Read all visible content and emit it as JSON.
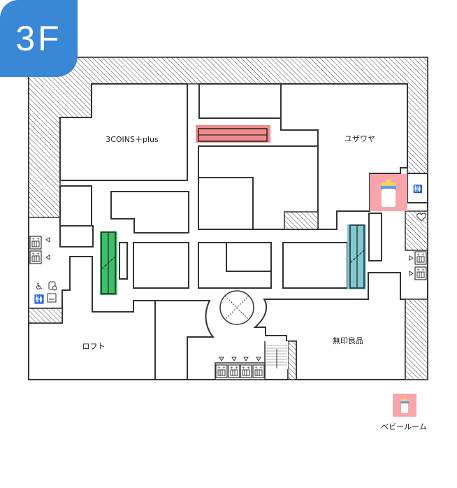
{
  "floor_badge": {
    "label": "3F",
    "color": "#3a87d6"
  },
  "shops": [
    {
      "name": "3COINS＋plus"
    },
    {
      "name": "ユザワヤ"
    },
    {
      "name": "ロフト"
    },
    {
      "name": "無印良品"
    }
  ],
  "escalators": [
    {
      "color": "#f28b8b"
    },
    {
      "color": "#3dbf6a"
    },
    {
      "color": "#80c8d2"
    }
  ],
  "facilities": {
    "baby_room_color": "#f8a4ab",
    "icons": [
      "elevator-icon",
      "wheelchair-icon",
      "restroom-icon",
      "baby-bed-icon",
      "ostomate-icon",
      "heart-icon",
      "stairs-icon",
      "atrium-void"
    ]
  },
  "legend": {
    "baby_room_label": "ベビールーム"
  }
}
